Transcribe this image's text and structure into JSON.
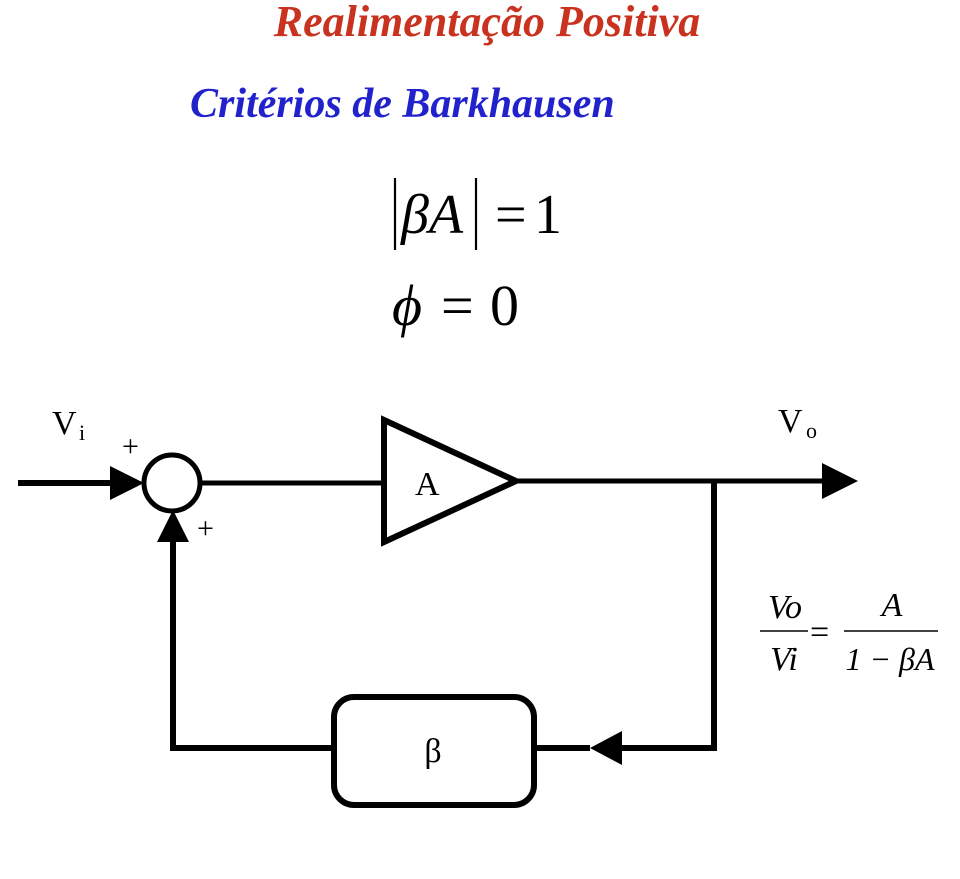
{
  "title": "Realimentação Positiva",
  "subtitle": "Critérios de Barkhausen",
  "criteria": {
    "magnitude": {
      "lhs": "βA",
      "equals": "=",
      "rhs": "1"
    },
    "phase": {
      "lhs": "ϕ",
      "equals": "=",
      "rhs": "0"
    }
  },
  "diagram": {
    "input": {
      "label": "V",
      "subscript": "i"
    },
    "output": {
      "label": "V",
      "subscript": "o"
    },
    "sum_sign_top": "+",
    "sum_sign_bottom": "+",
    "amplifier_label": "A",
    "feedback_label": "β"
  },
  "transfer_function": {
    "lhs_num": "Vo",
    "lhs_den": "Vi",
    "equals": "=",
    "rhs_num": "A",
    "rhs_den": "1 − βA"
  }
}
